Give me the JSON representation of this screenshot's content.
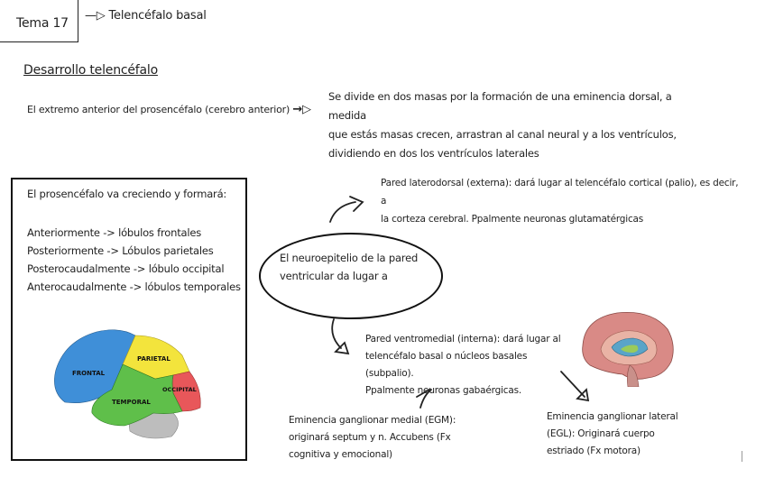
{
  "header": {
    "tema_label": "Tema 17",
    "arrow_text": "—▷ Telencéfalo basal"
  },
  "section_title": "Desarrollo telencéfalo",
  "intro": {
    "text": "El extremo anterior del prosencéfalo (cerebro anterior)",
    "arrow": "→▷"
  },
  "divide": {
    "lines": [
      "Se divide en dos masas por la formación de una eminencia dorsal, a medida",
      "que estás masas crecen, arrastran al canal neural y a los ventrículos,",
      "dividiendo en dos los ventrículos laterales"
    ]
  },
  "prosencephalon_box": {
    "heading": "El prosencéfalo va creciendo y formará:",
    "lobes": [
      "Anteriormente -> lóbulos frontales",
      "Posteriormente -> Lóbulos parietales",
      "Posterocaudalmente -> lóbulo occipital",
      "Anterocaudalmente -> lóbulos temporales"
    ],
    "brain_labels": {
      "frontal": "FRONTAL",
      "parietal": "PARIETAL",
      "temporal": "TEMPORAL",
      "occipital": "OCCIPITAL"
    }
  },
  "neuroepithelium": {
    "lines": [
      "El neuroepitelio de la pared",
      "ventricular da lugar a"
    ]
  },
  "dorsal_wall": {
    "lines": [
      "Pared laterodorsal (externa): dará lugar al telencéfalo cortical (palio), es decir, a",
      "la corteza cerebral. Ppalmente neuronas glutamatérgicas"
    ]
  },
  "ventral_wall": {
    "lines": [
      "Pared ventromedial (interna): dará lugar al",
      "telencéfalo basal o núcleos basales (subpalio).",
      "Ppalmente neuronas gabaérgicas."
    ]
  },
  "egm": {
    "lines": [
      "Eminencia ganglionar medial (EGM):",
      "originará septum y n. Accubens (Fx",
      "cognitiva y emocional)"
    ]
  },
  "egl": {
    "lines": [
      "Eminencia ganglionar lateral",
      "(EGL): Originará cuerpo",
      "estriado (Fx motora)"
    ]
  },
  "colors": {
    "frontal": "#3f8fd8",
    "parietal": "#f3e43c",
    "temporal": "#5fbf4a",
    "occipital": "#e8575a",
    "cerebellum": "#bdbdbd",
    "ink": "#222222"
  }
}
